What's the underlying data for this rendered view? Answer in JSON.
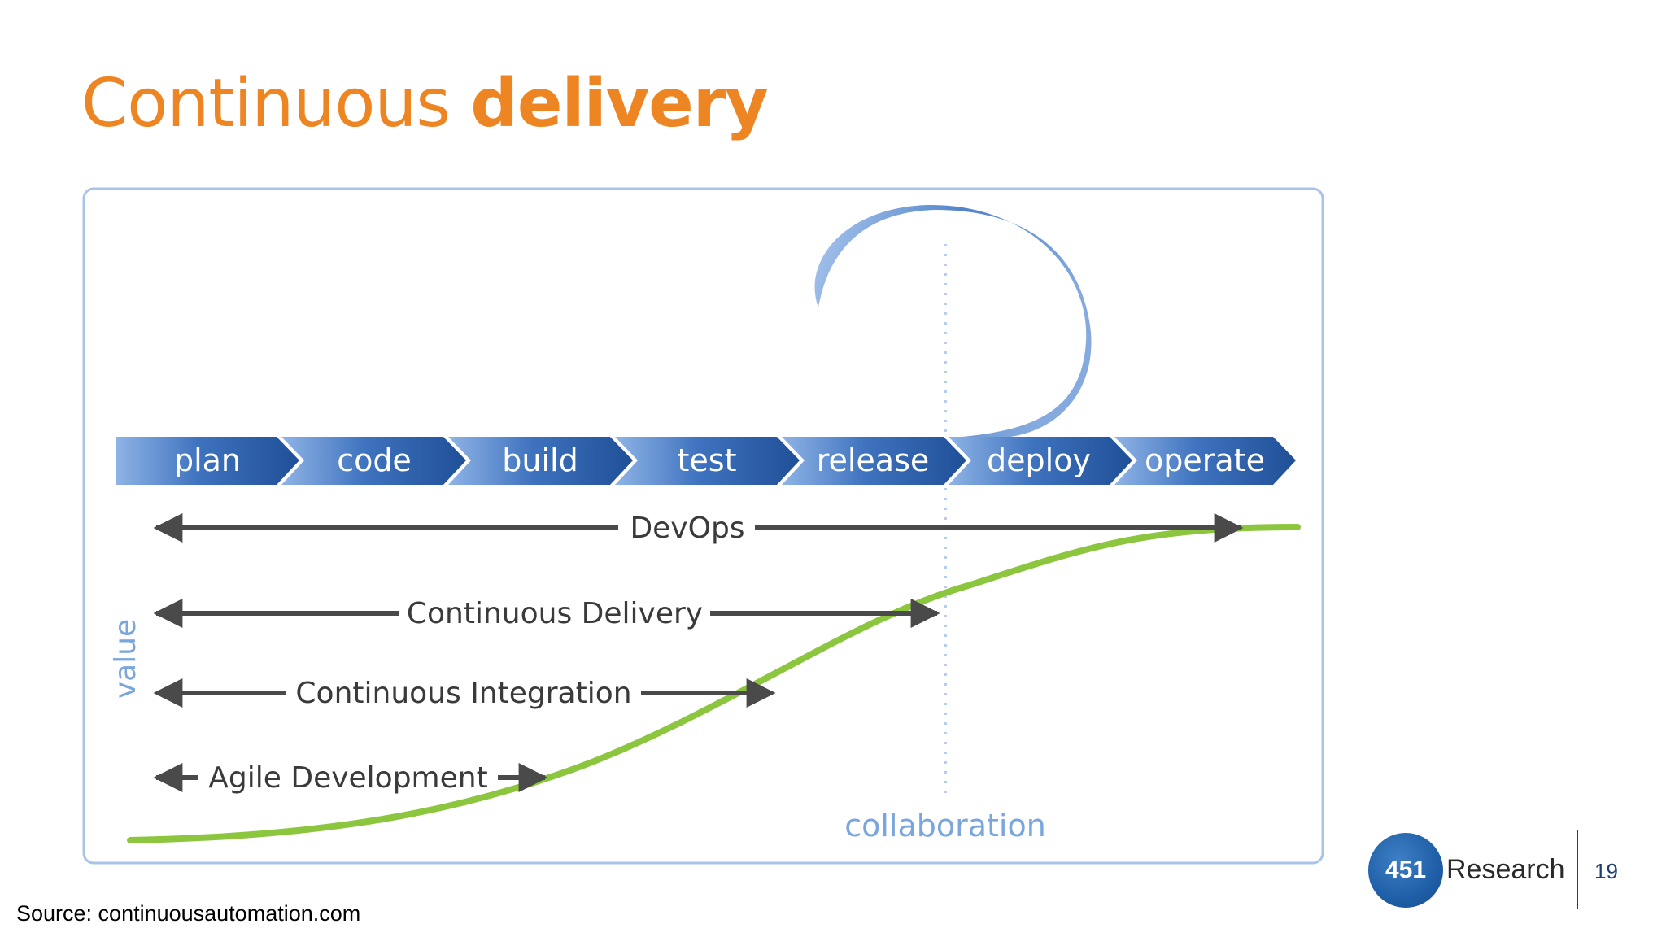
{
  "title": {
    "regular": "Continuous ",
    "bold": "delivery"
  },
  "stages": [
    "plan",
    "code",
    "build",
    "test",
    "release",
    "deploy",
    "operate"
  ],
  "spans": [
    {
      "label": "DevOps"
    },
    {
      "label": "Continuous Delivery"
    },
    {
      "label": "Continuous Integration"
    },
    {
      "label": "Agile Development"
    }
  ],
  "axis_label": "value",
  "collaboration_label": "collaboration",
  "source": "Source: continuousautomation.com",
  "logo": {
    "mark": "451",
    "word": "Research"
  },
  "page_number": "19",
  "colors": {
    "title": "#EE8523",
    "chevron_dark": "#1f4f97",
    "chevron_light": "#8fb4e6",
    "curve": "#8cc63f",
    "label_blue": "#7aa6dc",
    "arrow": "#4a4a4a"
  }
}
